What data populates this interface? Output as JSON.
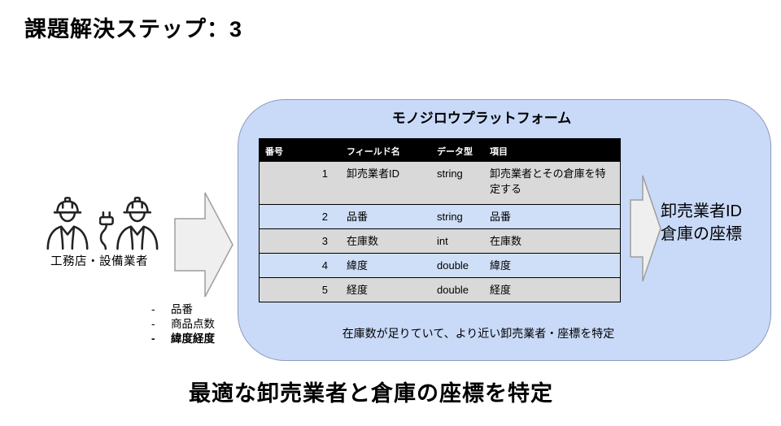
{
  "page": {
    "title": "課題解決ステップ：3",
    "caption": "最適な卸売業者と倉庫の座標を特定"
  },
  "actors": {
    "label": "工務店・設備業者",
    "icons": [
      "construction-worker-icon",
      "electrician-worker-icon"
    ]
  },
  "inputs": {
    "items": [
      "品番",
      "商品点数",
      "緯度経度"
    ],
    "bullet": "-"
  },
  "platform": {
    "title": "モノジロウプラットフォーム",
    "note": "在庫数が足りていて、より近い卸売業者・座標を特定",
    "table": {
      "headers": [
        "番号",
        "フィールド名",
        "データ型",
        "項目"
      ],
      "rows": [
        {
          "no": "1",
          "field": "卸売業者ID",
          "type": "string",
          "item": "卸売業者とその倉庫を特定する"
        },
        {
          "no": "2",
          "field": "品番",
          "type": "string",
          "item": "品番"
        },
        {
          "no": "3",
          "field": "在庫数",
          "type": "int",
          "item": "在庫数"
        },
        {
          "no": "4",
          "field": "緯度",
          "type": "double",
          "item": "緯度"
        },
        {
          "no": "5",
          "field": "経度",
          "type": "double",
          "item": "経度"
        }
      ]
    }
  },
  "output": {
    "lines": [
      "卸売業者ID",
      "倉庫の座標"
    ]
  },
  "colors": {
    "platform_bg": "#c9daf8",
    "platform_border": "#8e9ab8",
    "table_header_bg": "#000000",
    "table_header_text": "#ffffff",
    "row_gray": "#d9d9d9",
    "row_blue": "#cfdff7",
    "arrow_fill": "#efefef",
    "arrow_stroke": "#9e9e9e"
  }
}
